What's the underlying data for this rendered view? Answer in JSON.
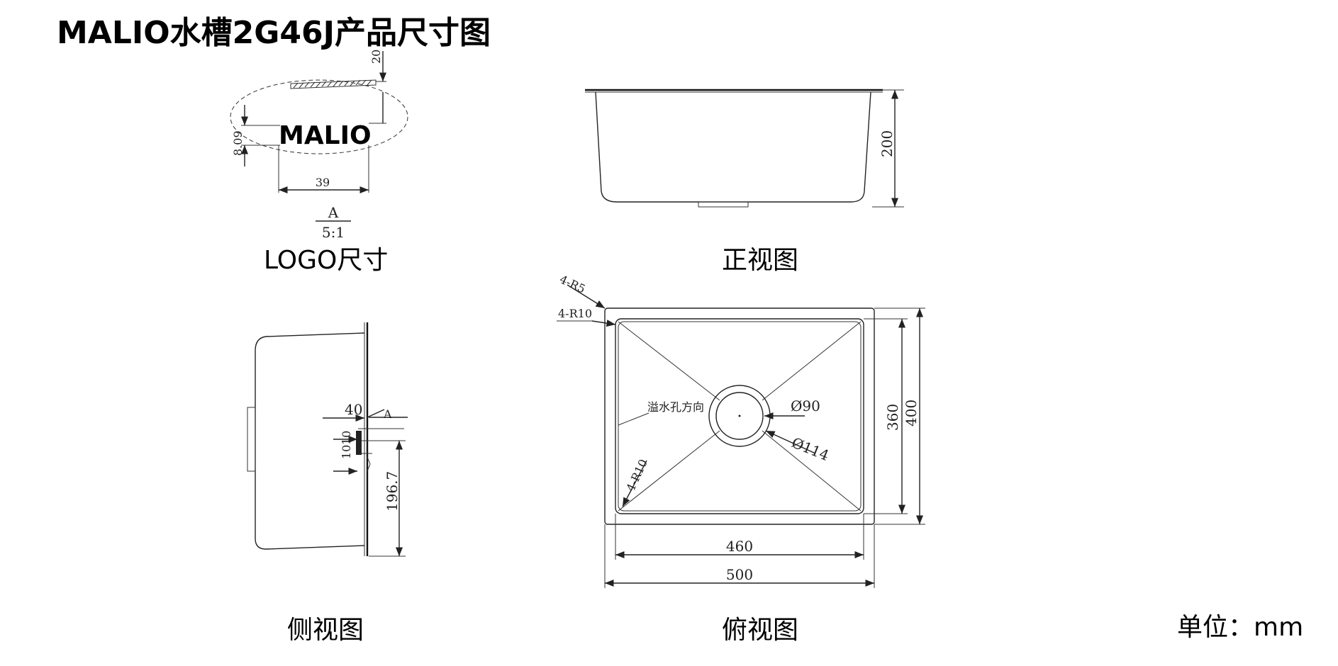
{
  "title": "MALIO水槽2G46J产品尺寸图",
  "captions": {
    "logo": "LOGO尺寸",
    "front": "正视图",
    "side": "侧视图",
    "top": "俯视图",
    "unit": "单位：mm"
  },
  "logo_view": {
    "logo_text": "MALIO",
    "dim_height": "20",
    "dim_logo_height": "8.09",
    "dim_width": "39",
    "detail_label": "A",
    "detail_scale": "5:1"
  },
  "front_view": {
    "dim_height": "200"
  },
  "side_view": {
    "dim_40": "40",
    "dim_depth": "196.7",
    "dim_small_1": "10",
    "dim_small_2": "10",
    "detail_marker": "A"
  },
  "top_view": {
    "corner_outer": "4-R5",
    "corner_inner": "4-R10",
    "corner_bottom": "4-R10",
    "overflow_label": "溢水孔方向",
    "drain_inner": "Ø90",
    "drain_outer": "Ø114",
    "dim_inner_width": "460",
    "dim_outer_width": "500",
    "dim_inner_height": "360",
    "dim_outer_height": "400"
  }
}
